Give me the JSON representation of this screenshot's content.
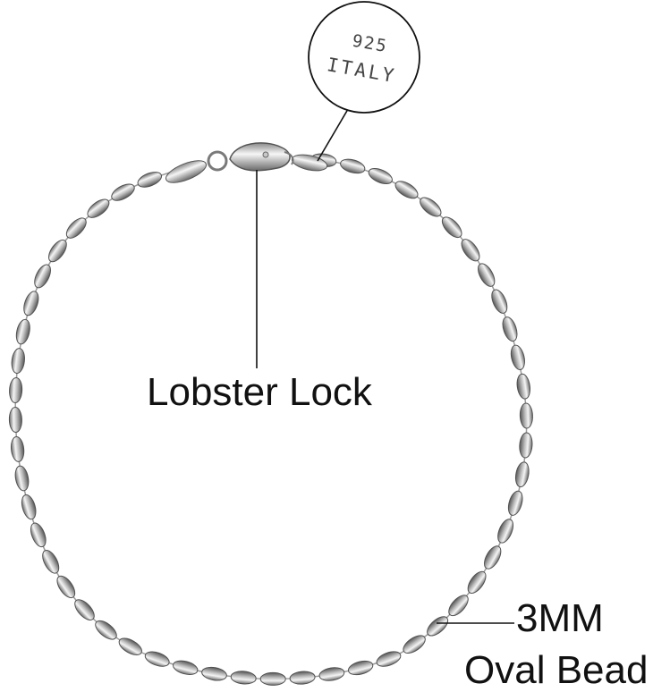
{
  "callouts": {
    "stamp_line1": "925",
    "stamp_line2": "ITALY",
    "clasp_label": "Lobster Lock",
    "bead_label_line1": "3MM",
    "bead_label_line2": "Oval Bead"
  },
  "colors": {
    "background": "#ffffff",
    "metal_dark": "#5a5a5a",
    "metal_mid": "#a8a8a8",
    "metal_light": "#f2f2f2",
    "text": "#111111"
  }
}
